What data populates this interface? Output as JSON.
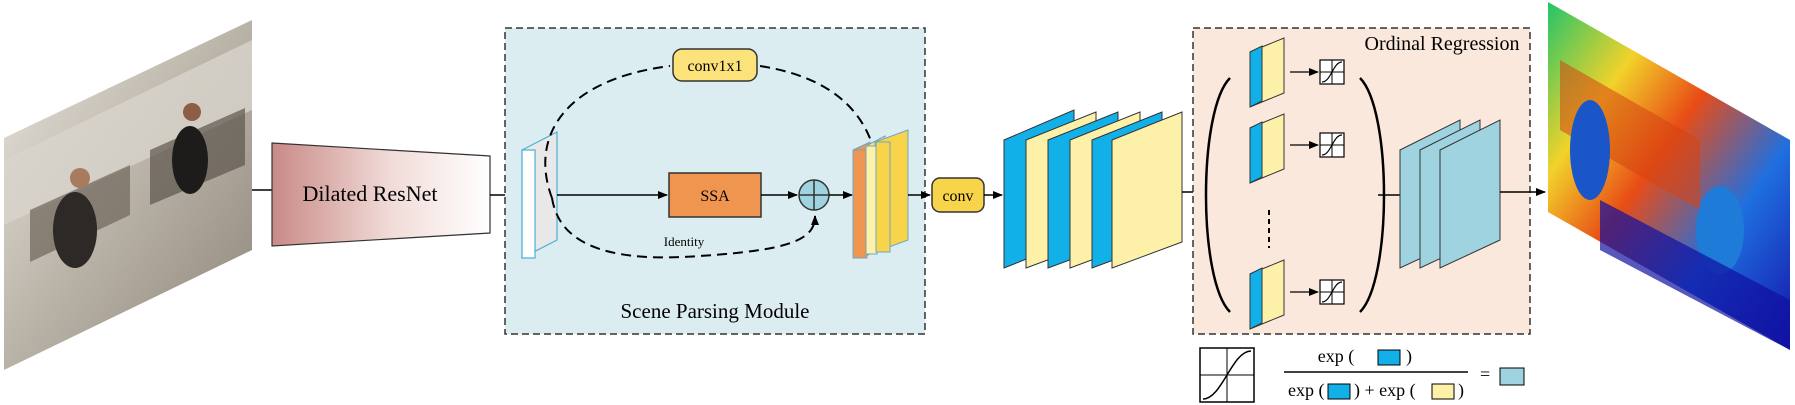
{
  "backbone": {
    "label": "Dilated ResNet"
  },
  "scene_parsing": {
    "label": "Scene Parsing Module",
    "conv_label": "conv1x1",
    "ssa_label": "SSA",
    "identity_label": "Identity"
  },
  "conv": {
    "label": "conv"
  },
  "ordinal": {
    "label": "Ordinal Regression"
  },
  "formula": {
    "numerator": "exp (",
    "denominator_left": "exp (",
    "plus": ") + exp (",
    "close": ")",
    "equals": "="
  },
  "colors": {
    "blue": "#12b0e8",
    "yellow": "#fdf0a8",
    "light_blue": "#9fd3e0",
    "orange": "#f0954f",
    "gold": "#f8d44a",
    "module_bg": "#dcedf2",
    "ordinal_bg": "#fbe8dc"
  }
}
